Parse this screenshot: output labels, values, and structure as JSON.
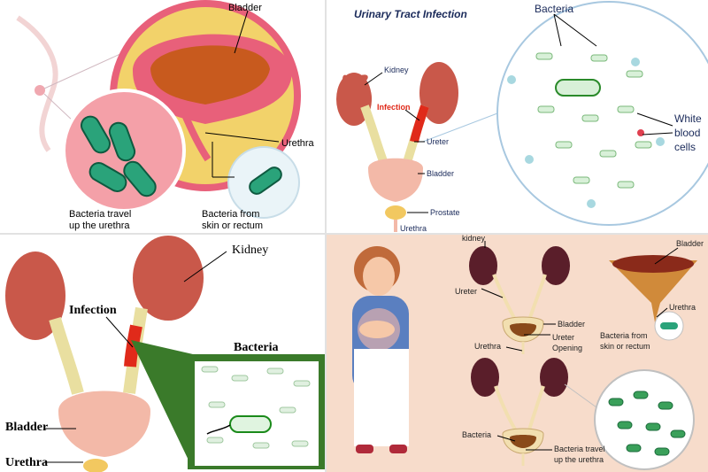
{
  "panel1": {
    "bladder": "Bladder",
    "urethra": "Urethra",
    "bacteria_travel_1": "Bacteria travel",
    "bacteria_travel_2": "up the urethra",
    "bacteria_from_1": "Bacteria from",
    "bacteria_from_2": "skin or rectum"
  },
  "panel2": {
    "title": "Urinary Tract Infection",
    "kidney": "Kidney",
    "infection": "Infection",
    "ureter": "Ureter",
    "bladder": "Bladder",
    "prostate": "Prostate",
    "urethra": "Urethra",
    "bacteria": "Bacteria",
    "white_1": "White",
    "white_2": "blood",
    "white_3": "cells"
  },
  "panel3": {
    "kidney": "Kidney",
    "infection": "Infection",
    "bacteria": "Bacteria",
    "bladder": "Bladder",
    "urethra": "Urethra"
  },
  "panel4": {
    "kidney": "kidney",
    "ureter": "Ureter",
    "bladder": "Bladder",
    "urethra": "Urethra",
    "ureter_opening_1": "Ureter",
    "ureter_opening_2": "Opening",
    "bladder_right": "Bladder",
    "urethra_right": "Urethra",
    "bacteria_from_1": "Bacteria from",
    "bacteria_from_2": "skin or rectum",
    "bacteria": "Bacteria",
    "bacteria_travel_1": "Bacteria travel",
    "bacteria_travel_2": "up the urethra"
  },
  "colors": {
    "kidney": "#c9584a",
    "kidney_dark": "#5a1e2a",
    "ureter": "#e9dfa0",
    "infection": "#e02a1a",
    "bladder": "#f3b9a8",
    "bacteria_green": "#2aa37a",
    "panel4_bg": "#f7dccb",
    "frame_green": "#3a7a2a"
  }
}
